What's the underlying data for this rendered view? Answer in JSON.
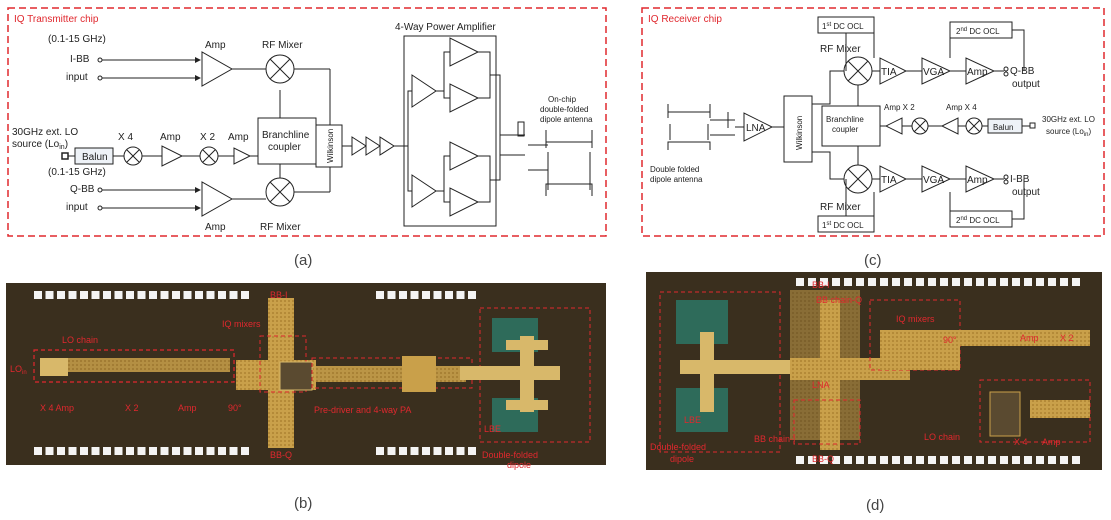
{
  "panel_a": {
    "box_title": "IQ Transmitter chip",
    "i_bb_range": "(0.1-15 GHz)",
    "i_bb_input_1": "I-BB",
    "i_bb_input_2": "input",
    "q_bb_range": "(0.1-15 GHz)",
    "q_bb_input_1": "Q-BB",
    "q_bb_input_2": "input",
    "lo_1": "30GHz ext. LO",
    "lo_2": "source (Lo",
    "lo_sub": "in",
    "lo_3": ")",
    "balun": "Balun",
    "x4": "X 4",
    "x2": "X 2",
    "amp_lo1": "Amp",
    "amp_lo2": "Amp",
    "amp_top": "Amp",
    "amp_bottom": "Amp",
    "rf_mixer_top": "RF Mixer",
    "rf_mixer_bottom": "RF Mixer",
    "branchline_1": "Branchline",
    "branchline_2": "coupler",
    "wilkinson": "Wilkinson",
    "pa_title": "4-Way Power Amplifier",
    "antenna_1": "On-chip",
    "antenna_2": "double-folded",
    "antenna_3": "dipole antenna",
    "caption": "(a)"
  },
  "panel_b": {
    "bb_i": "BB-I",
    "bb_q": "BB-Q",
    "iq_mixers": "IQ mixers",
    "lo_chain": "LO chain",
    "lo_in": "LO",
    "lo_in_sub": "in",
    "x4_amp": "X 4  Amp",
    "x2": "X 2",
    "amp": "Amp",
    "deg90": "90°",
    "pa_label": "Pre-driver and 4-way PA",
    "dipole_1": "Double-folded",
    "dipole_2": "dipole",
    "lbe": "LBE",
    "caption": "(b)"
  },
  "panel_c": {
    "box_title": "IQ Receiver chip",
    "dc_ocl_1st_top": "1",
    "dc_ocl_1st_top_sup": "st",
    "dc_ocl_text": " DC OCL",
    "dc_ocl_2nd_top": "2",
    "dc_ocl_2nd_top_sup": "nd",
    "rf_mixer_top": "RF Mixer",
    "rf_mixer_bottom": "RF Mixer",
    "tia_top": "TIA",
    "tia_bottom": "TIA",
    "vga_top": "VGA",
    "vga_bottom": "VGA",
    "amp_top": "Amp",
    "amp_bottom": "Amp",
    "q_bb_out_1": "Q-BB",
    "q_bb_out_2": "output",
    "i_bb_out_1": "I-BB",
    "i_bb_out_2": "output",
    "lna": "LNA",
    "wilkinson": "Wilkinson",
    "branchline_1": "Branchline",
    "branchline_2": "coupler",
    "amp_x2": "Amp  X 2",
    "amp_x4": "Amp  X 4",
    "balun": "Balun",
    "lo_1": "30GHz ext. LO",
    "lo_2": "source (Lo",
    "lo_sub": "in",
    "lo_3": ")",
    "antenna_1": "Double folded",
    "antenna_2": "dipole antenna",
    "caption": "(c)"
  },
  "panel_d": {
    "bb_chain_q": "BB chain-Q",
    "bb_chain_i": "BB chain-I",
    "bb_i": "BB-I",
    "bb_q": "BB-Q",
    "iq_mixers": "IQ mixers",
    "deg90": "90°",
    "amp_top": "Amp",
    "x2": "X 2",
    "lna": "LNA",
    "lo_chain": "LO chain",
    "x4": "X 4",
    "amp_bottom": "Amp",
    "lbe": "LBE",
    "dipole_1": "Double-folded",
    "dipole_2": "dipole",
    "caption": "(d)"
  },
  "colors": {
    "accent_red": "#e0282e",
    "die_background": "#3a2f1e",
    "metal_gold": "#c9a04a",
    "pad_white": "#f4f4f4",
    "antenna_green": "#2e6b5a"
  }
}
